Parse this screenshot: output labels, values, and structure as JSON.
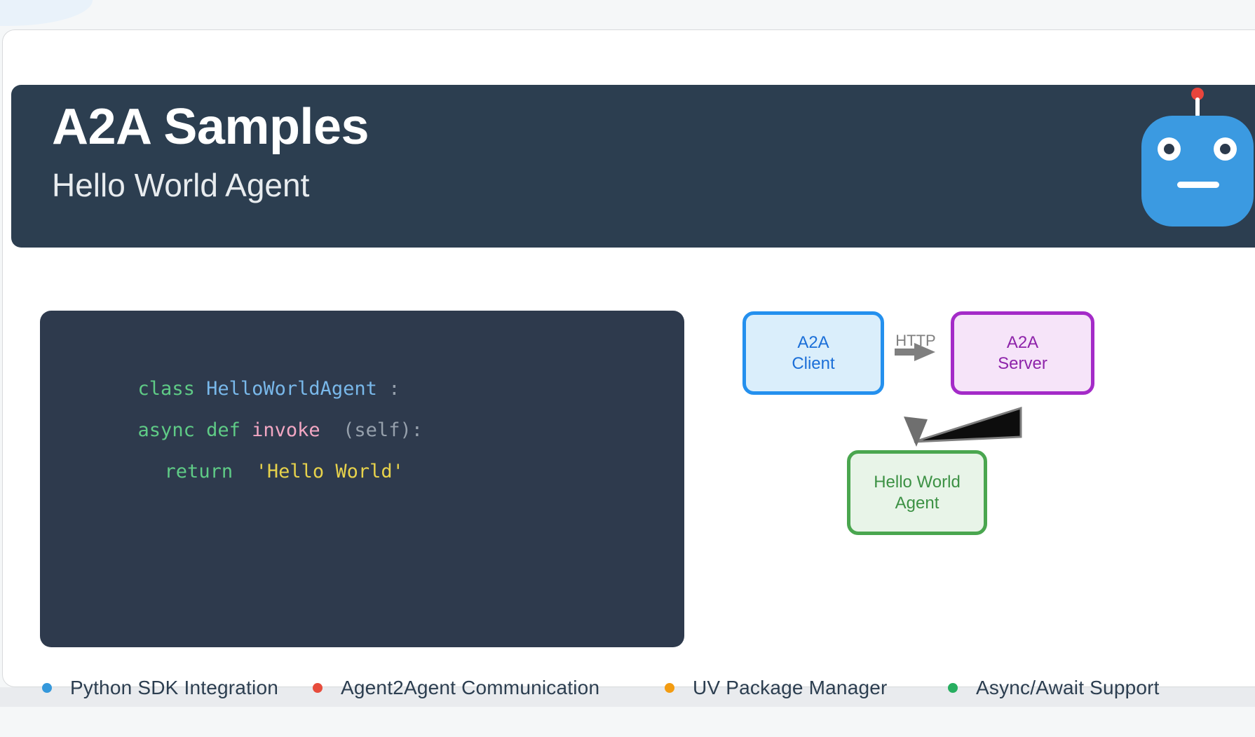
{
  "header": {
    "title": "A2A Samples",
    "subtitle": "Hello World Agent"
  },
  "robot_icon": {
    "head_color": "#3b9ae1",
    "antenna_color": "#e8453c"
  },
  "code": {
    "background": "#2e3a4d",
    "lines": [
      {
        "tokens": [
          {
            "text": "class ",
            "color": "green"
          },
          {
            "text": "HelloWorldAgent",
            "color": "blue"
          },
          {
            "text": " :",
            "color": "gray"
          }
        ]
      },
      {
        "tokens": [
          {
            "text": "async def ",
            "color": "green"
          },
          {
            "text": "invoke",
            "color": "pink"
          },
          {
            "text": "  (self):",
            "color": "gray"
          }
        ]
      },
      {
        "tokens": [
          {
            "text": "return  ",
            "color": "green"
          },
          {
            "text": "'Hello World'",
            "color": "yellow"
          }
        ]
      }
    ],
    "token_colors": {
      "green": "#5fcb86",
      "blue": "#79b8ea",
      "pink": "#f2a7c3",
      "gray": "#96a0ac",
      "yellow": "#e7d24b"
    }
  },
  "diagram": {
    "client": {
      "line1": "A2A",
      "line2": "Client",
      "border": "#2490ee",
      "fill": "#daeefb",
      "text": "#1b6fd8"
    },
    "server": {
      "line1": "A2A",
      "line2": "Server",
      "border": "#a42bc8",
      "fill": "#f6e4f9",
      "text": "#8e24aa"
    },
    "agent": {
      "line1": "Hello World",
      "line2": "Agent",
      "border": "#4aa64f",
      "fill": "#e8f4e8",
      "text": "#3c9144"
    },
    "http_label": "HTTP",
    "arrow_color": "#7f7f7f"
  },
  "features": [
    {
      "label": "Python SDK Integration",
      "color": "blue",
      "hex": "#3498db"
    },
    {
      "label": "Agent2Agent Communication",
      "color": "red",
      "hex": "#e74c3c"
    },
    {
      "label": "UV Package Manager",
      "color": "orange",
      "hex": "#f39c12"
    },
    {
      "label": "Async/Await Support",
      "color": "green",
      "hex": "#27ae60"
    }
  ],
  "colors": {
    "header_bg": "#2c3e50",
    "card_bg": "#ffffff",
    "page_bg": "#f5f7f8",
    "bottom_strip": "#e9ebee",
    "feature_text": "#2c3e50"
  }
}
